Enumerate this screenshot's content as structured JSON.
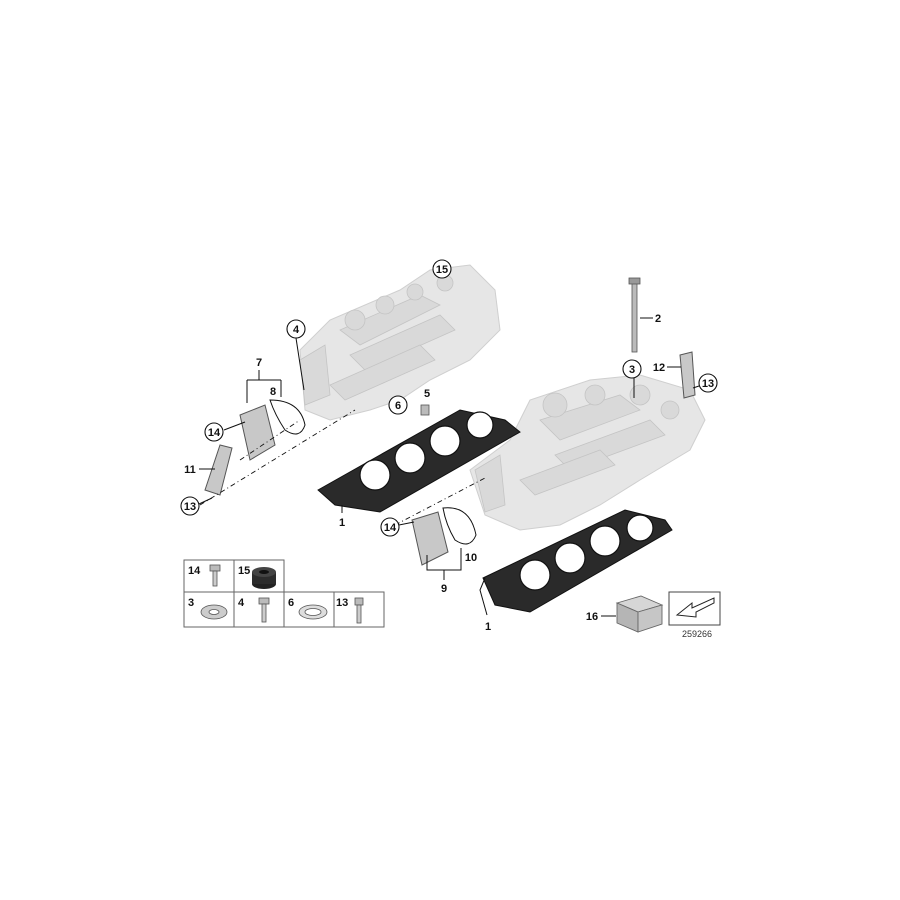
{
  "callouts": {
    "c1_left": "1",
    "c1_right": "1",
    "c2": "2",
    "c3": "3",
    "c4": "4",
    "c5": "5",
    "c6": "6",
    "c7": "7",
    "c8": "8",
    "c9": "9",
    "c10": "10",
    "c11": "11",
    "c12": "12",
    "c13_upper": "13",
    "c13_lower": "13",
    "c14_left": "14",
    "c14_right": "14",
    "c15": "15",
    "c16": "16"
  },
  "legend": {
    "cells": [
      {
        "label": "14",
        "icon": "bolt-icon"
      },
      {
        "label": "15",
        "icon": "rubber-grommet-icon"
      },
      {
        "label": "3",
        "icon": "washer-icon"
      },
      {
        "label": "4",
        "icon": "bolt-icon"
      },
      {
        "label": "6",
        "icon": "washer-icon"
      },
      {
        "label": "13",
        "icon": "hex-socket-bolt-icon"
      }
    ]
  },
  "reference_number": "259266",
  "icons": {
    "repair_kit": "repair-kit-box-icon",
    "direction": "arrow-icon"
  },
  "colors": {
    "head_fill": "#e6e6e6",
    "gasket_fill": "#2a2a2a",
    "line": "#111111"
  }
}
